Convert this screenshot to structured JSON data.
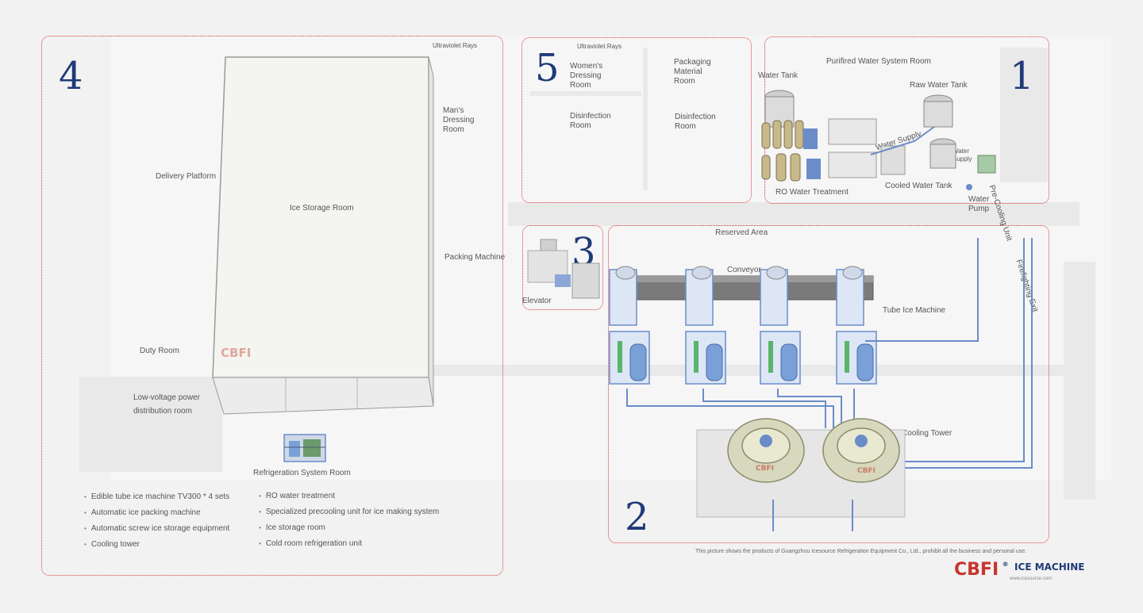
{
  "zones": [
    {
      "number": "1",
      "labels": {
        "title": "Purifired Water System Room",
        "water_tank": "Water Tank",
        "raw_water_tank": "Raw Water Tank",
        "water_supply_1": "Water Supply",
        "water_supply_2": "Water\nSupply",
        "ro": "RO Water Treatment",
        "cooled_water_tank": "Cooled Water Tank",
        "water_pump": "Water\nPump",
        "pre_cooling": "Pre-Cooling Unit"
      }
    },
    {
      "number": "2",
      "labels": {
        "cooling_tower": "Cooling Tower",
        "firefighting_exit": "Firefighting Exit",
        "tube_ice_machine": "Tube Ice Machine",
        "conveyor": "Conveyor",
        "reserved_area": "Reserved Area"
      }
    },
    {
      "number": "3",
      "labels": {
        "elevator": "Elevator"
      }
    },
    {
      "number": "4",
      "labels": {
        "ultraviolet": "Ultraviolet Rays",
        "mans_dressing": "Man's\nDressing\nRoom",
        "delivery_platform": "Delivery Platform",
        "ice_storage": "Ice Storage Room",
        "packing_machine": "Packing Machine",
        "duty_room": "Duty Room",
        "low_voltage": "Low-voltage power\ndistribution room",
        "refrigeration": "Refrigeration System Room",
        "watermark": "CBFI"
      }
    },
    {
      "number": "5",
      "labels": {
        "ultraviolet": "Ultraviolet Rays",
        "womens_dressing": "Women's\nDressing\nRoom",
        "packaging_material": "Packaging\nMaterial\nRoom",
        "disinfection_1": "Disinfection\nRoom",
        "disinfection_2": "Disinfection\nRoom"
      }
    }
  ],
  "equipment_list": {
    "left": [
      "Edible tube ice machine TV300 * 4 sets",
      "Automatic ice packing machine",
      "Automatic screw ice storage equipment",
      "Cooling tower"
    ],
    "right": [
      "RO water treatment",
      "Specialized precooling unit for ice making system",
      "Ice storage room",
      "Cold room refrigeration unit"
    ]
  },
  "tower_logo": "CBFI",
  "footnote": "This picture shows the products of Guangzhou Icesource Refrigeration Equipment Co., Ltd., prohibit all the business and personal use.",
  "brand": {
    "logo": "CBFI",
    "reg": "®",
    "product": "ICE MACHINE",
    "url": "www.icesource.com"
  },
  "colors": {
    "zone_border": "#d9383a",
    "zone_number": "#1f3a78",
    "pipe": "#6b8cc9"
  }
}
